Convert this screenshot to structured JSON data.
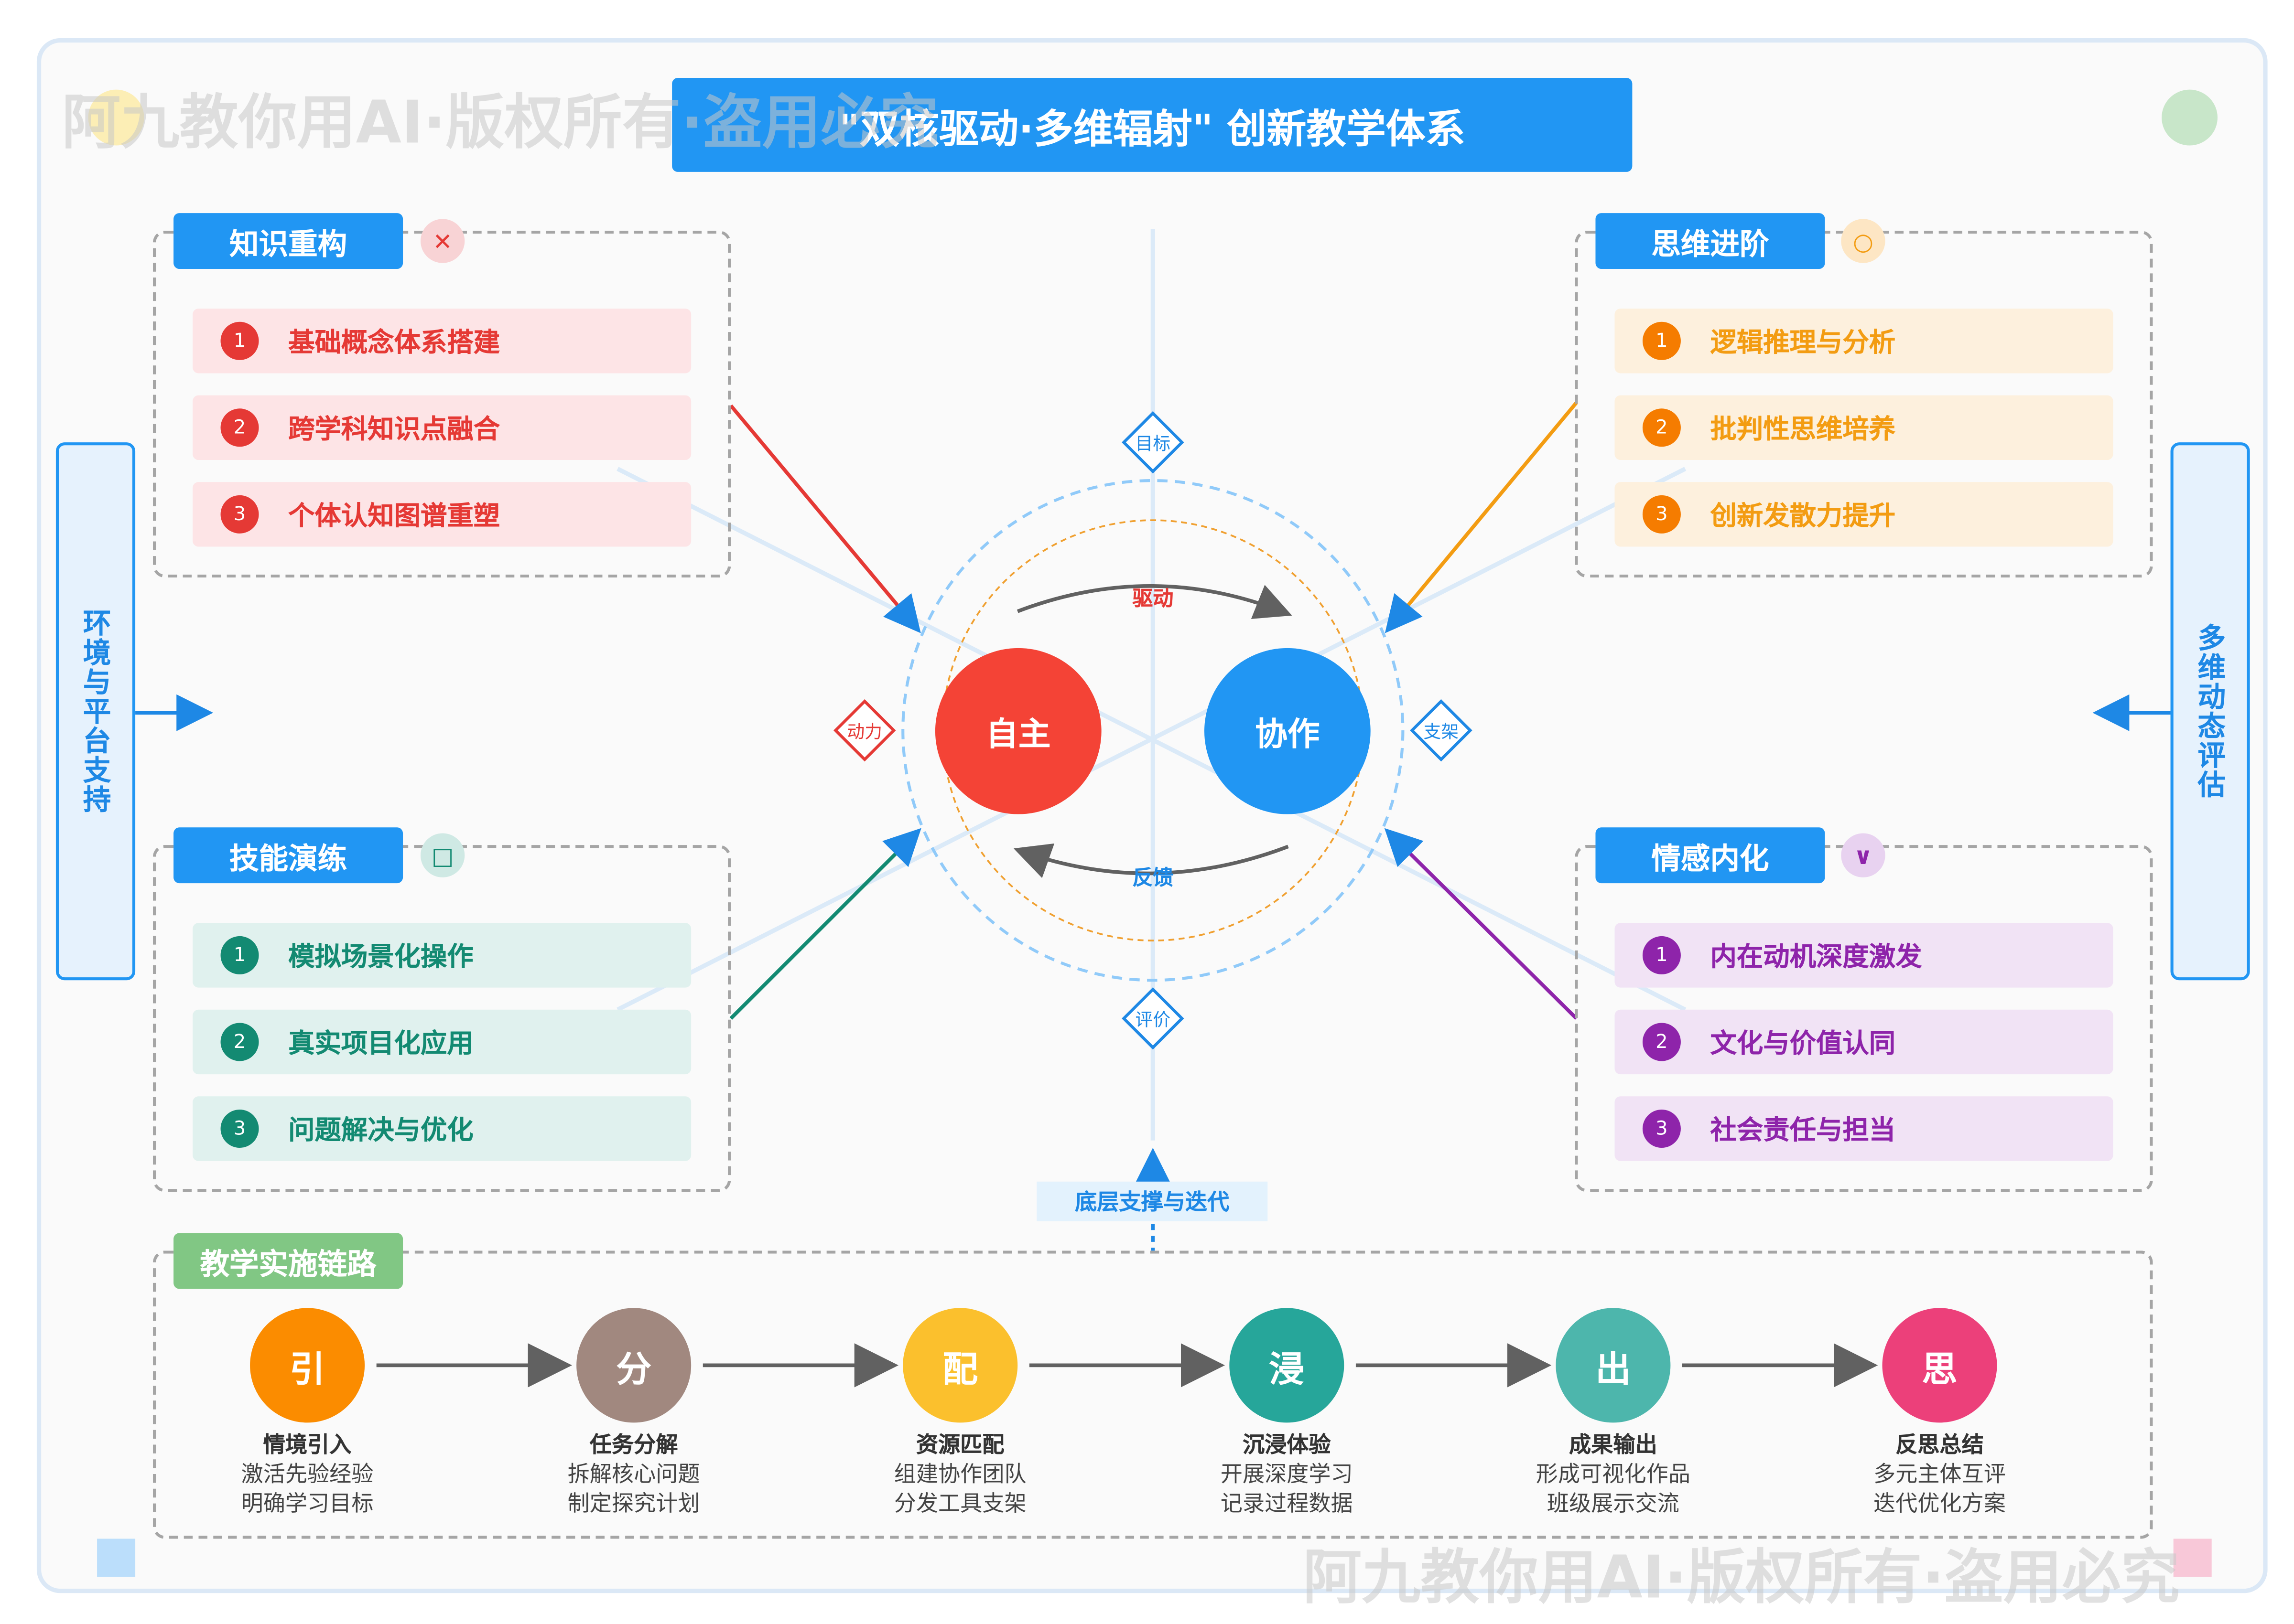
{
  "title": "\"双核驱动·多维辐射\" 创新教学体系",
  "watermark": "阿九教你用AI·版权所有·盗用必究",
  "side_left": "环境与平台支持",
  "side_right": "多维动态评估",
  "core": {
    "left": "自主",
    "right": "协作",
    "top_arrow": "驱动",
    "bottom_arrow": "反馈"
  },
  "diamonds": {
    "top": "目标",
    "bottom": "评价",
    "left": "动力",
    "right": "支架"
  },
  "base_label": "底层支撑与迭代",
  "modules": [
    {
      "title": "知识重构",
      "icon": "cross-icon",
      "icon_glyph": "✕",
      "color": "#e53935",
      "bg": "#fde4e6",
      "badge_bg": "#f8d3d5",
      "items": [
        "基础概念体系搭建",
        "跨学科知识点融合",
        "个体认知图谱重塑"
      ]
    },
    {
      "title": "思维进阶",
      "icon": "circle-icon",
      "icon_glyph": "○",
      "color": "#f39c12",
      "bg": "#fdf0dd",
      "badge_bg": "#fde6c4",
      "items": [
        "逻辑推理与分析",
        "批判性思维培养",
        "创新发散力提升"
      ]
    },
    {
      "title": "技能演练",
      "icon": "square-icon",
      "icon_glyph": "□",
      "color": "#138a72",
      "bg": "#e0f1ee",
      "badge_bg": "#cfe9e4",
      "items": [
        "模拟场景化操作",
        "真实项目化应用",
        "问题解决与优化"
      ]
    },
    {
      "title": "情感内化",
      "icon": "chevron-down-icon",
      "icon_glyph": "∨",
      "color": "#8e24aa",
      "bg": "#f1e3f5",
      "badge_bg": "#e8d2f0",
      "items": [
        "内在动机深度激发",
        "文化与价值认同",
        "社会责任与担当"
      ]
    }
  ],
  "numbers": [
    "1",
    "2",
    "3"
  ],
  "chain": {
    "title": "教学实施链路",
    "steps": [
      {
        "char": "引",
        "title": "情境引入",
        "l1": "激活先验经验",
        "l2": "明确学习目标",
        "color": "#fb8c00"
      },
      {
        "char": "分",
        "title": "任务分解",
        "l1": "拆解核心问题",
        "l2": "制定探究计划",
        "color": "#a1887f"
      },
      {
        "char": "配",
        "title": "资源匹配",
        "l1": "组建协作团队",
        "l2": "分发工具支架",
        "color": "#fbc02d"
      },
      {
        "char": "浸",
        "title": "沉浸体验",
        "l1": "开展深度学习",
        "l2": "记录过程数据",
        "color": "#26a69a"
      },
      {
        "char": "出",
        "title": "成果输出",
        "l1": "形成可视化作品",
        "l2": "班级展示交流",
        "color": "#4db6ac"
      },
      {
        "char": "思",
        "title": "反思总结",
        "l1": "多元主体互评",
        "l2": "迭代优化方案",
        "color": "#ec407a"
      }
    ]
  },
  "colors": {
    "primary": "#2196f3",
    "autonomy": "#f44336",
    "collab": "#2196f3",
    "chain_tag": "#81c784"
  }
}
